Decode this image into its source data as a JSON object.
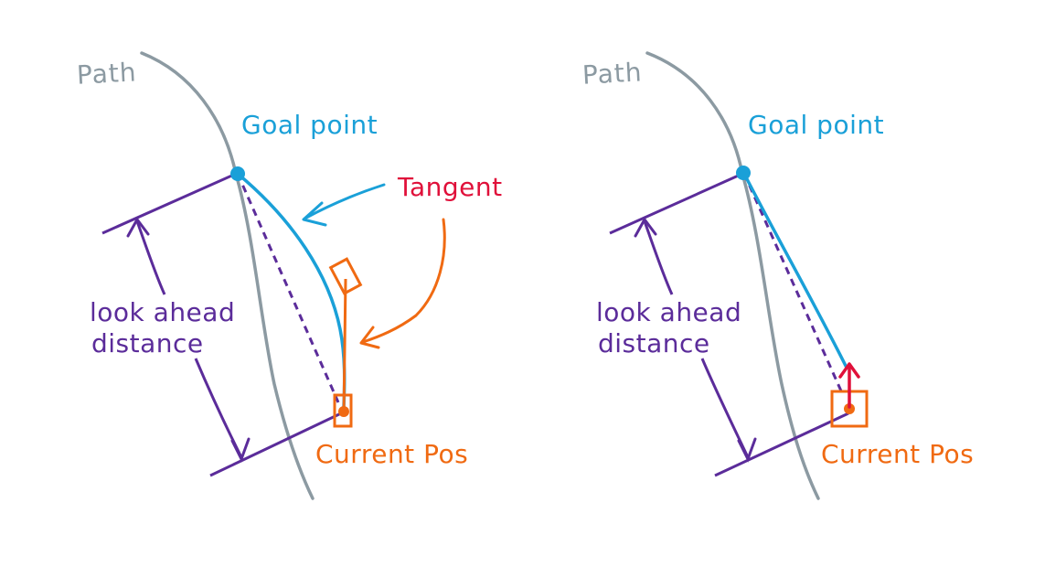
{
  "colors": {
    "path": "#8c9aa2",
    "goal": "#1aa0d8",
    "purple": "#5b2c9a",
    "orange": "#f06a12",
    "red": "#e0103a"
  },
  "panels": [
    {
      "path_label": "Path",
      "goal_label": "Goal point",
      "tangent_label": "Tangent",
      "lookahead_line1": "look ahead",
      "lookahead_line2": "distance",
      "current_label": "Current Pos"
    },
    {
      "path_label": "Path",
      "goal_label": "Goal point",
      "lookahead_line1": "look ahead",
      "lookahead_line2": "distance",
      "current_label": "Current Pos"
    }
  ]
}
